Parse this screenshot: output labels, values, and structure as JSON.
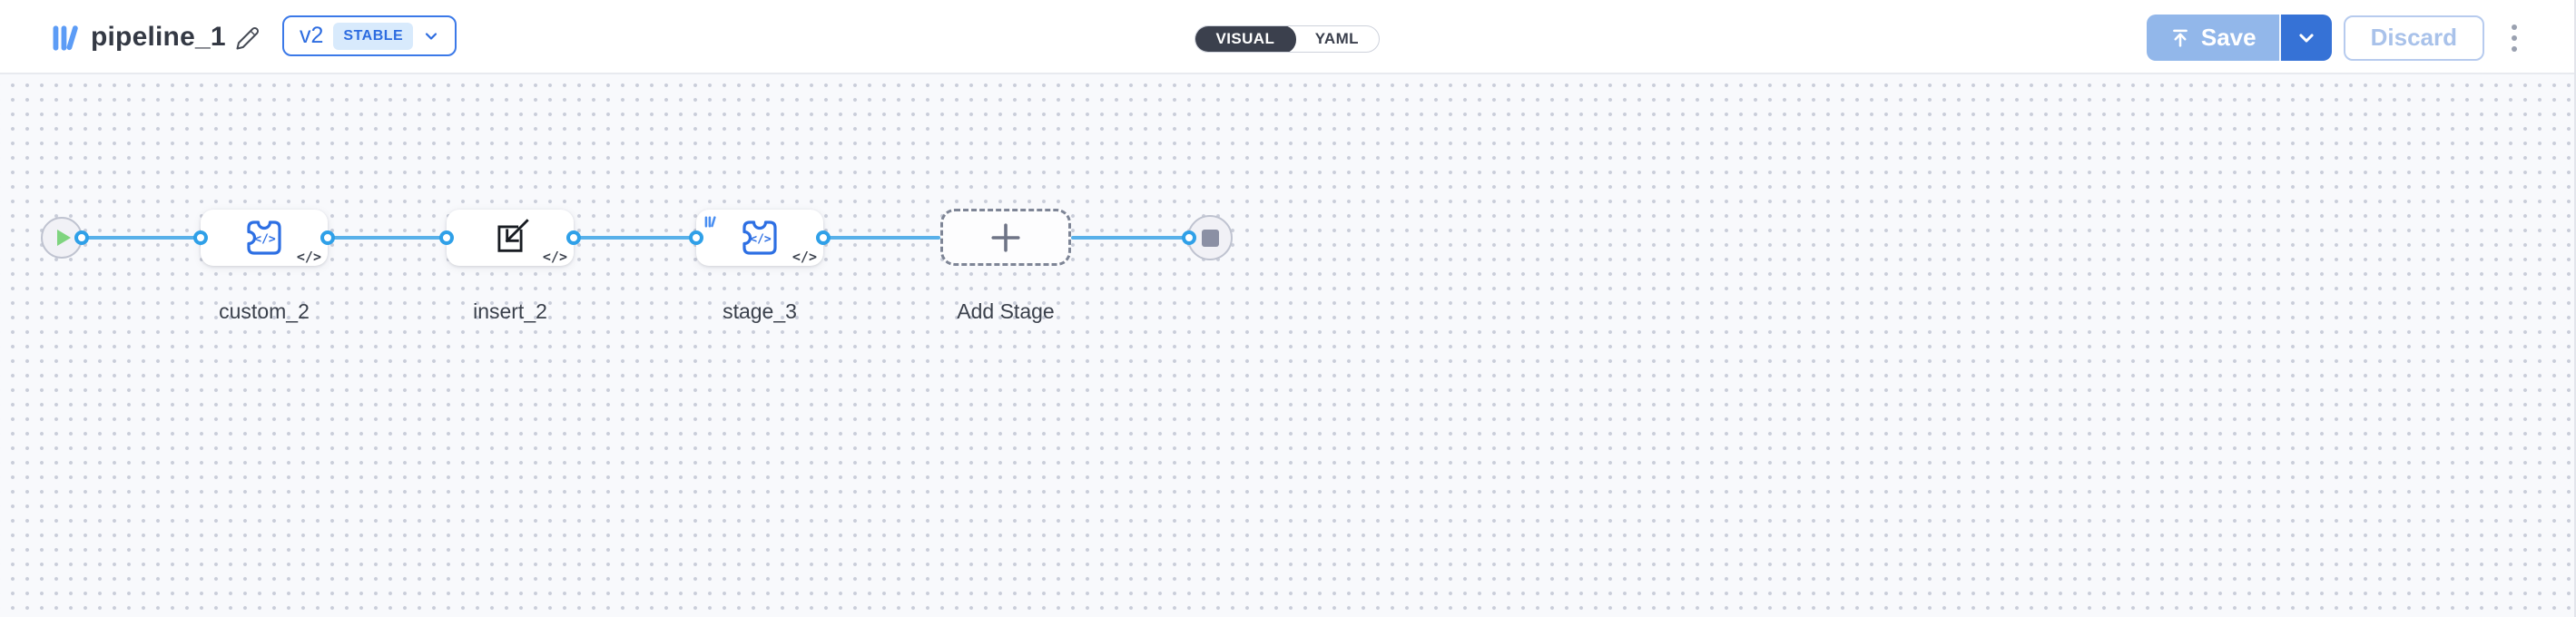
{
  "header": {
    "title": "pipeline_1",
    "version_selector": {
      "version": "v2",
      "status_badge": "STABLE"
    },
    "view_toggle": {
      "visual": "VISUAL",
      "yaml": "YAML",
      "selected": "VISUAL"
    },
    "save_button": "Save",
    "discard_button": "Discard"
  },
  "canvas": {
    "nodes": {
      "start": {
        "type": "start",
        "icon": "play-icon"
      },
      "stages": [
        {
          "label": "custom_2",
          "icon": "puzzle-code-icon",
          "corner_badge": "</>"
        },
        {
          "label": "insert_2",
          "icon": "import-icon",
          "corner_badge": "</>"
        },
        {
          "label": "stage_3",
          "icon": "puzzle-code-icon",
          "corner_badge": "</>",
          "library_badge": "library-icon"
        }
      ],
      "add_stage": {
        "label": "Add Stage",
        "icon": "plus-icon"
      },
      "end": {
        "type": "end",
        "icon": "stop-icon"
      }
    }
  },
  "colors": {
    "accent_blue": "#2d6ce0",
    "logo_blue": "#5c9cf6",
    "edge_blue": "#58b0e9",
    "handle_blue": "#2fa0e8",
    "save_disabled_bg": "#92b7ea",
    "save_caret_bg": "#3672d6",
    "toggle_dark": "#3b404d",
    "canvas_bg": "#f8f9fc"
  }
}
